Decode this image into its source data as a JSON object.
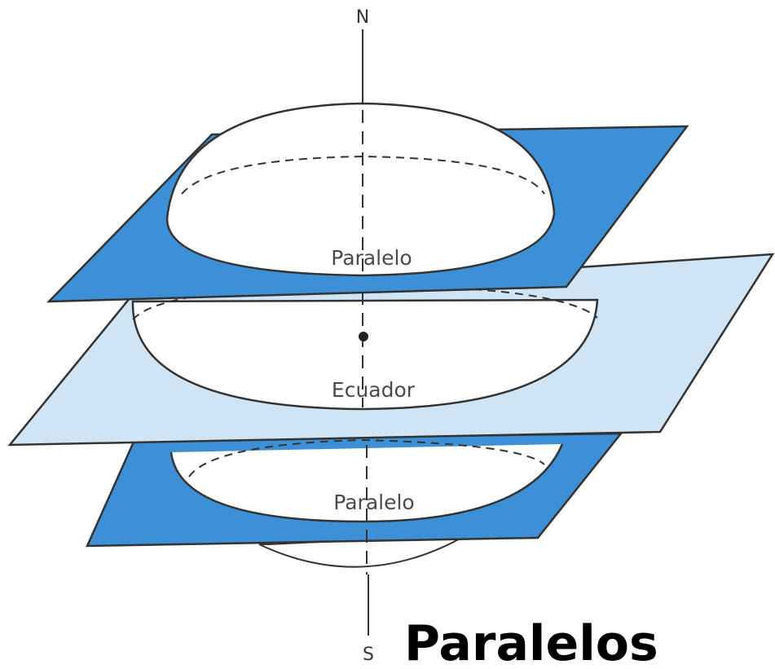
{
  "diagram": {
    "title": "Paralelos",
    "north_label": "N",
    "south_label": "S",
    "upper_parallel_label": "Paralelo",
    "equator_label": "Ecuador",
    "lower_parallel_label": "Paralelo"
  },
  "colors": {
    "parallel_plane": "#3d8fd6",
    "equator_plane": "#cfe5f5",
    "outline": "#333333",
    "sphere": "#ffffff"
  }
}
